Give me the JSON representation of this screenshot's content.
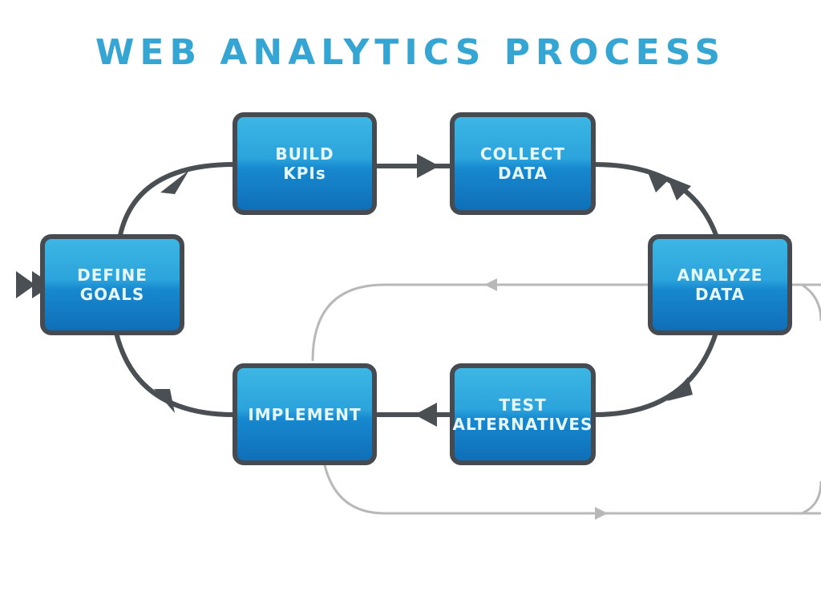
{
  "title": "WEB ANALYTICS PROCESS",
  "colors": {
    "title": "#35a6d3",
    "box": "#1e95d8",
    "border": "#454b51",
    "arrow": "#4a4f54",
    "loop": "#b8b8b8"
  },
  "steps": [
    {
      "line1": "DEFINE",
      "line2": "GOALS"
    },
    {
      "line1": "BUILD",
      "line2": "KPIs"
    },
    {
      "line1": "COLLECT",
      "line2": "DATA"
    },
    {
      "line1": "ANALYZE",
      "line2": "DATA"
    },
    {
      "line1": "TEST",
      "line2": "ALTERNATIVES"
    },
    {
      "line1": "IMPLEMENT",
      "line2": ""
    }
  ]
}
